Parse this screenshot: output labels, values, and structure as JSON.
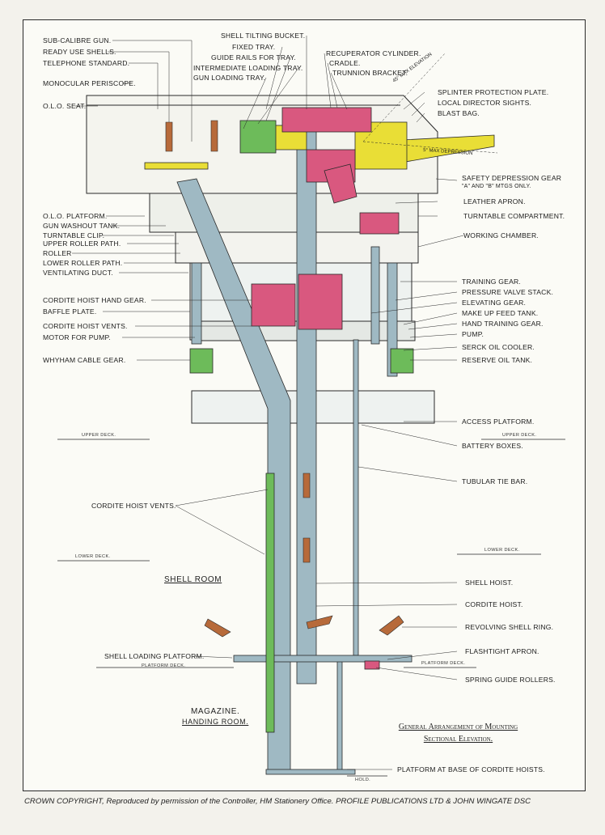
{
  "labels_left": [
    {
      "id": "sub-calibre-gun",
      "text": "SUB-CALIBRE GUN."
    },
    {
      "id": "ready-use-shells",
      "text": "READY USE SHELLS."
    },
    {
      "id": "telephone-standard",
      "text": "TELEPHONE STANDARD."
    },
    {
      "id": "monocular-periscope",
      "text": "MONOCULAR PERISCOPE."
    },
    {
      "id": "olo-seat",
      "text": "O.L.O. SEAT."
    },
    {
      "id": "olo-platform",
      "text": "O.L.O. PLATFORM."
    },
    {
      "id": "gun-washout-tank",
      "text": "GUN WASHOUT TANK."
    },
    {
      "id": "turntable-clip",
      "text": "TURNTABLE CLIP."
    },
    {
      "id": "upper-roller-path",
      "text": "UPPER ROLLER PATH."
    },
    {
      "id": "roller",
      "text": "ROLLER"
    },
    {
      "id": "lower-roller-path",
      "text": "LOWER ROLLER PATH."
    },
    {
      "id": "ventilating-duct",
      "text": "VENTILATING DUCT."
    },
    {
      "id": "cordite-hoist-hand-gear",
      "text": "CORDITE HOIST HAND GEAR."
    },
    {
      "id": "baffle-plate",
      "text": "BAFFLE PLATE."
    },
    {
      "id": "cordite-hoist-vents-upper",
      "text": "CORDITE HOIST VENTS."
    },
    {
      "id": "motor-for-pump",
      "text": "MOTOR FOR PUMP."
    },
    {
      "id": "whyham-cable-gear",
      "text": "WHYHAM CABLE GEAR."
    },
    {
      "id": "cordite-hoist-vents-lower",
      "text": "CORDITE HOIST VENTS."
    },
    {
      "id": "shell-loading-platform",
      "text": "SHELL LOADING PLATFORM."
    }
  ],
  "labels_top": [
    {
      "id": "shell-tilting-bucket",
      "text": "SHELL TILTING BUCKET."
    },
    {
      "id": "fixed-tray",
      "text": "FIXED TRAY."
    },
    {
      "id": "guide-rails-for-tray",
      "text": "GUIDE RAILS FOR TRAY."
    },
    {
      "id": "intermediate-loading-tray",
      "text": "INTERMEDIATE LOADING TRAY."
    },
    {
      "id": "gun-loading-tray",
      "text": "GUN LOADING TRAY."
    },
    {
      "id": "recuperator-cylinder",
      "text": "RECUPERATOR CYLINDER."
    },
    {
      "id": "cradle",
      "text": "CRADLE."
    },
    {
      "id": "trunnion-bracket",
      "text": "TRUNNION BRACKET."
    }
  ],
  "labels_right": [
    {
      "id": "splinter-protection-plate",
      "text": "SPLINTER PROTECTION PLATE."
    },
    {
      "id": "local-director-sights",
      "text": "LOCAL DIRECTOR SIGHTS."
    },
    {
      "id": "blast-bag",
      "text": "BLAST BAG."
    },
    {
      "id": "safety-depression-gear",
      "text": "SAFETY DEPRESSION GEAR"
    },
    {
      "id": "safety-depression-note",
      "text": "\"A\" AND \"B\" MTGS ONLY."
    },
    {
      "id": "leather-apron",
      "text": "LEATHER APRON."
    },
    {
      "id": "turntable-compartment",
      "text": "TURNTABLE COMPARTMENT."
    },
    {
      "id": "working-chamber",
      "text": "WORKING CHAMBER."
    },
    {
      "id": "training-gear",
      "text": "TRAINING GEAR."
    },
    {
      "id": "pressure-valve-stack",
      "text": "PRESSURE VALVE STACK."
    },
    {
      "id": "elevating-gear",
      "text": "ELEVATING GEAR."
    },
    {
      "id": "make-up-feed-tank",
      "text": "MAKE UP FEED TANK."
    },
    {
      "id": "hand-training-gear",
      "text": "HAND TRAINING GEAR."
    },
    {
      "id": "pump",
      "text": "PUMP."
    },
    {
      "id": "serck-oil-cooler",
      "text": "SERCK OIL COOLER."
    },
    {
      "id": "reserve-oil-tank",
      "text": "RESERVE OIL TANK."
    },
    {
      "id": "access-platform",
      "text": "ACCESS PLATFORM."
    },
    {
      "id": "battery-boxes",
      "text": "BATTERY BOXES."
    },
    {
      "id": "tubular-tie-bar",
      "text": "TUBULAR TIE BAR."
    },
    {
      "id": "shell-hoist",
      "text": "SHELL HOIST."
    },
    {
      "id": "cordite-hoist",
      "text": "CORDITE HOIST."
    },
    {
      "id": "revolving-shell-ring",
      "text": "REVOLVING SHELL RING."
    },
    {
      "id": "flashtight-apron",
      "text": "FLASHTIGHT APRON."
    },
    {
      "id": "spring-guide-rollers",
      "text": "SPRING GUIDE ROLLERS."
    },
    {
      "id": "platform-base-cordite-hoists",
      "text": "PLATFORM AT BASE OF CORDITE HOISTS."
    }
  ],
  "angles": {
    "elevation": "45° MAX ELEVATION",
    "depression": "5° MAX DEPRESSION"
  },
  "decks": {
    "upper_left": "UPPER DECK.",
    "upper_right": "UPPER DECK.",
    "lower_left": "LOWER DECK.",
    "lower_right": "LOWER DECK.",
    "platform_left": "PLATFORM DECK.",
    "platform_right": "PLATFORM DECK.",
    "hold": "HOLD."
  },
  "rooms": {
    "shell_room": "SHELL ROOM",
    "magazine": "MAGAZINE.",
    "handing_room": "HANDING ROOM."
  },
  "title": {
    "line1": "General Arrangement of Mounting",
    "line2": "Sectional Elevation."
  },
  "credit": "CROWN COPYRIGHT, Reproduced by permission of the Controller, HM Stationery Office. PROFILE PUBLICATIONS LTD & JOHN WINGATE DSC",
  "colors": {
    "steel": "#9fb9c3",
    "gun": "#e9de36",
    "machinery": "#d9587f",
    "green": "#6dbb5a",
    "shell": "#b76a3a",
    "line": "#2a2a2a"
  }
}
